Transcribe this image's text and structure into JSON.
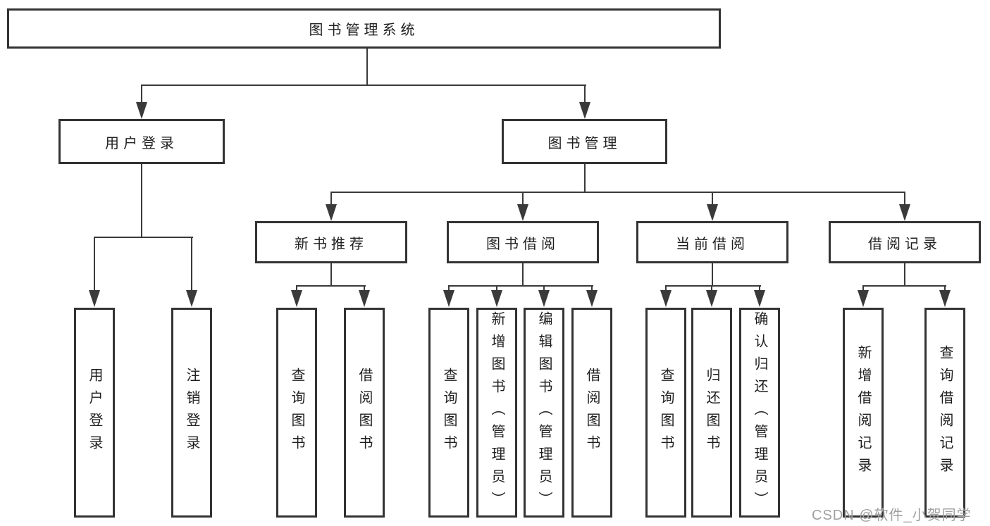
{
  "diagram": {
    "root": {
      "label": "图书管理系统"
    },
    "branches": [
      {
        "label": "用户登录",
        "leaves": [
          "用户登录",
          "注销登录"
        ]
      },
      {
        "label": "图书管理",
        "children": [
          {
            "label": "新书推荐",
            "leaves": [
              "查询图书",
              "借阅图书"
            ]
          },
          {
            "label": "图书借阅",
            "leaves": [
              "查询图书",
              "新增图书（管理员）",
              "编辑图书（管理员）",
              "借阅图书"
            ]
          },
          {
            "label": "当前借阅",
            "leaves": [
              "查询图书",
              "归还图书",
              "确认归还（管理员）"
            ]
          },
          {
            "label": "借阅记录",
            "leaves": [
              "新增借阅记录",
              "查询借阅记录"
            ]
          }
        ]
      }
    ]
  },
  "watermark": {
    "text": "CSDN @软件_小贺同学"
  },
  "colors": {
    "line": "#3a3a3a",
    "border": "#333333",
    "text": "#1f1f1f",
    "watermark": "#a0a0a0",
    "background": "#ffffff"
  }
}
